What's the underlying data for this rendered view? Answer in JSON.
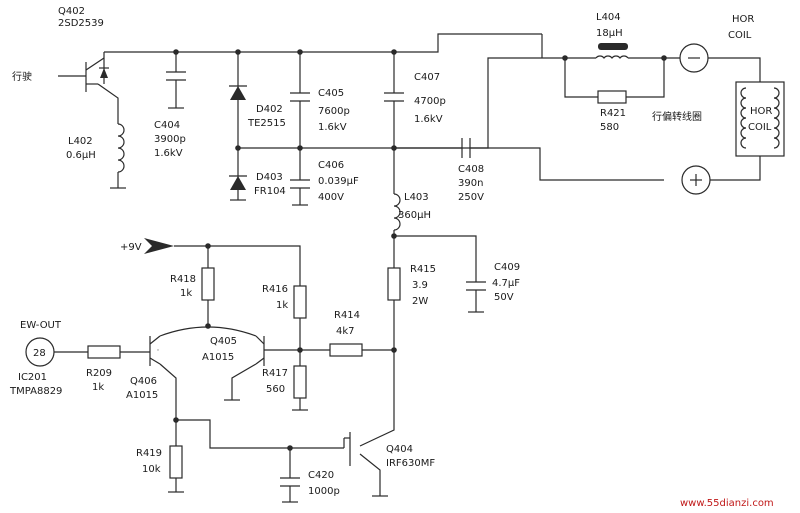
{
  "title": "",
  "components": {
    "Q402": {
      "ref": "Q402",
      "part": "2SD2539"
    },
    "Q404": {
      "ref": "Q404",
      "part": "IRF630MF"
    },
    "Q405": {
      "ref": "Q405",
      "part": "A1015"
    },
    "Q406": {
      "ref": "Q406",
      "part": "A1015"
    },
    "L402": {
      "ref": "L402",
      "value": "0.6μH"
    },
    "L403": {
      "ref": "L403",
      "value": "360μH"
    },
    "L404": {
      "ref": "L404",
      "value": "18μH"
    },
    "C404": {
      "ref": "C404",
      "value": "3900p",
      "rating": "1.6kV"
    },
    "C405": {
      "ref": "C405",
      "value": "7600p",
      "rating": "1.6kV"
    },
    "C406": {
      "ref": "C406",
      "value": "0.039μF",
      "rating": "400V"
    },
    "C407": {
      "ref": "C407",
      "value": "4700p",
      "rating": "1.6kV"
    },
    "C408": {
      "ref": "C408",
      "value": "390n",
      "rating": "250V"
    },
    "C409": {
      "ref": "C409",
      "value": "4.7μF",
      "rating": "50V"
    },
    "C420": {
      "ref": "C420",
      "value": "1000p"
    },
    "D402": {
      "ref": "D402",
      "part": "TE2515"
    },
    "D403": {
      "ref": "D403",
      "part": "FR104"
    },
    "R209": {
      "ref": "R209",
      "value": "1k"
    },
    "R414": {
      "ref": "R414",
      "value": "4k7"
    },
    "R415": {
      "ref": "R415",
      "value": "3.9",
      "rating": "2W"
    },
    "R416": {
      "ref": "R416",
      "value": "1k"
    },
    "R417": {
      "ref": "R417",
      "value": "560"
    },
    "R418": {
      "ref": "R418",
      "value": "1k"
    },
    "R419": {
      "ref": "R419",
      "value": "10k"
    },
    "R421": {
      "ref": "R421",
      "value": "580"
    }
  },
  "labels": {
    "drive": "行驶",
    "supply": "+9V",
    "ew_out": "EW-OUT",
    "pin": "28",
    "ic": "IC201",
    "ic_part": "TMPA8829",
    "linearity": "行偏转线圈",
    "hor_coil_a": "HOR",
    "hor_coil_b": "COIL",
    "coil_a": "HOR",
    "coil_b": "COIL",
    "watermark": "www.55dianzi.com"
  },
  "colors": {
    "ink": "#2a2a2a",
    "watermark": "#c01818"
  }
}
